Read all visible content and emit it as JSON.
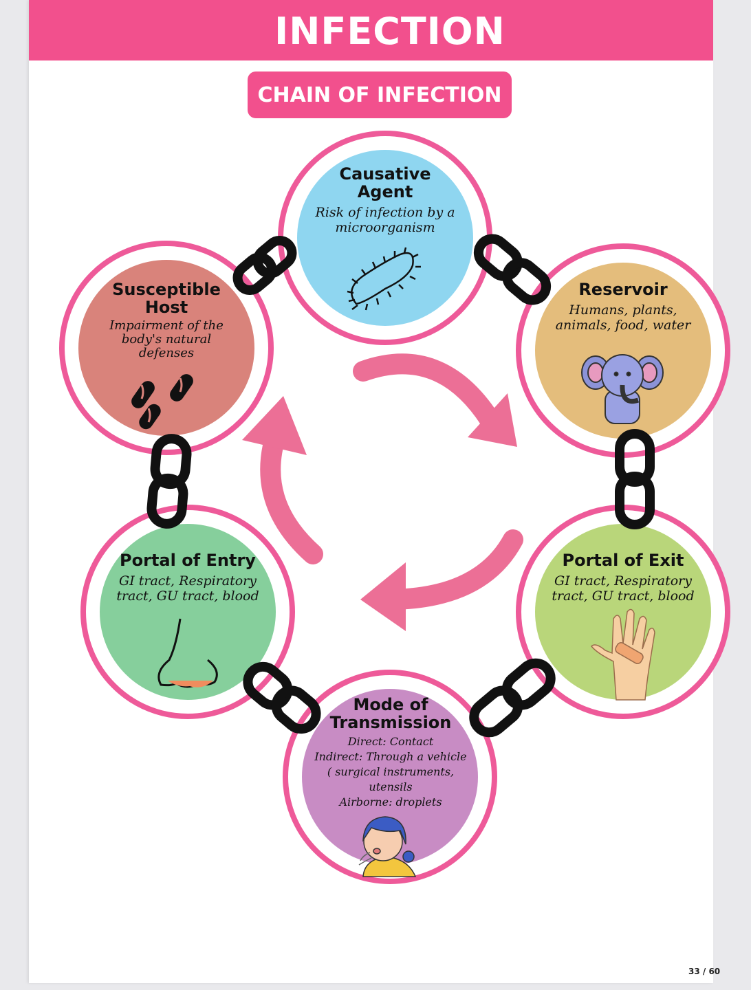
{
  "header": {
    "title": "INFECTION"
  },
  "subtitle": {
    "label": "CHAIN OF INFECTION"
  },
  "nodes": {
    "causative_agent": {
      "title": "Causative Agent",
      "desc": "Risk of infection by a microorganism",
      "color": "#8fd6f0"
    },
    "reservoir": {
      "title": "Reservoir",
      "desc": "Humans, plants, animals, food, water",
      "color": "#e4bd7c"
    },
    "portal_of_exit": {
      "title": "Portal of Exit",
      "desc": "GI tract, Respiratory tract, GU tract, blood",
      "color": "#b9d67a"
    },
    "mode_of_transmission": {
      "title": "Mode of Transmission",
      "desc": "Direct: Contact\nIndirect: Through a vehicle ( surgical instruments, utensils\nAirborne: droplets",
      "color": "#c88cc4"
    },
    "portal_of_entry": {
      "title": "Portal of Entry",
      "desc": "GI tract, Respiratory tract, GU tract, blood",
      "color": "#86cf9c"
    },
    "susceptible_host": {
      "title": "Susceptible Host",
      "desc": "Impairment of the body's natural defenses",
      "color": "#d9837b"
    }
  },
  "colors": {
    "accent": "#f2508d",
    "arrow": "#ec6f96",
    "ring": "#ee5a99",
    "link": "#111111"
  },
  "footer": {
    "page_number": "33 / 60"
  }
}
